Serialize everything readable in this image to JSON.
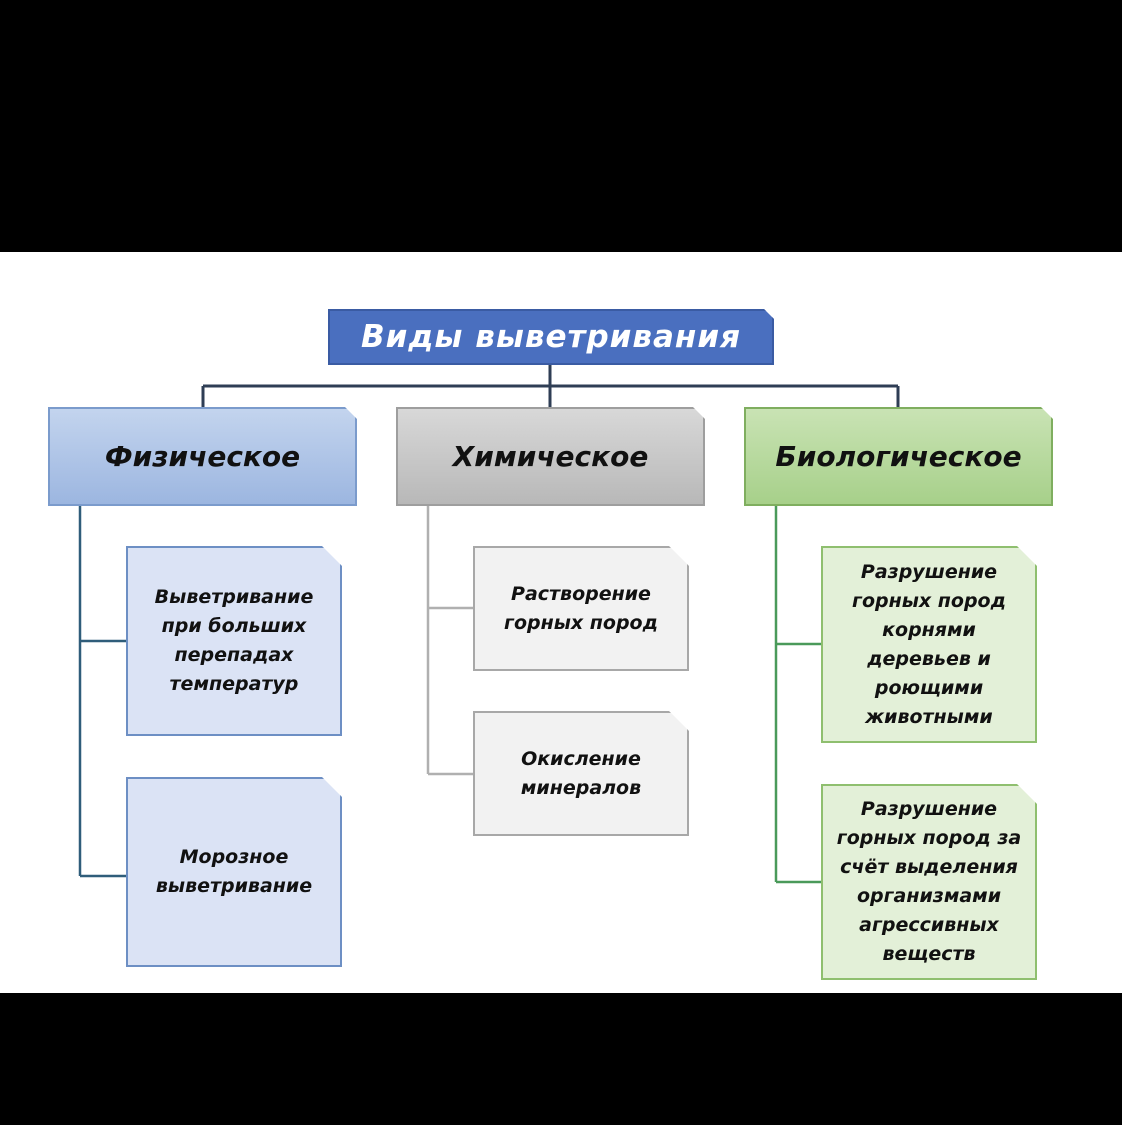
{
  "title": "Виды  выветривания",
  "categories": [
    {
      "label": "Физическое",
      "items": [
        "Выветривание\nпри больших\nперепадах\nтемператур",
        "Морозное\nвыветривание"
      ]
    },
    {
      "label": "Химическое",
      "items": [
        "Растворение\nгорных пород",
        "Окисление\nминералов"
      ]
    },
    {
      "label": "Биологическое",
      "items": [
        "Разрушение\nгорных пород\nкорнями\nдеревьев и\nроющими\nживотными",
        "Разрушение\nгорных пород за\nсчёт выделения\nорганизмами\nагрессивных\nвеществ"
      ]
    }
  ],
  "colors": {
    "title_fill": "#4a6fbf",
    "physical": "#9cb6e0",
    "chemical": "#b8b8b8",
    "biological": "#a7d08a",
    "connector_main": "#2f3e55",
    "connector_physical": "#2f5d7a",
    "connector_chemical": "#b0b0b0",
    "connector_biological": "#4a9a5a"
  }
}
